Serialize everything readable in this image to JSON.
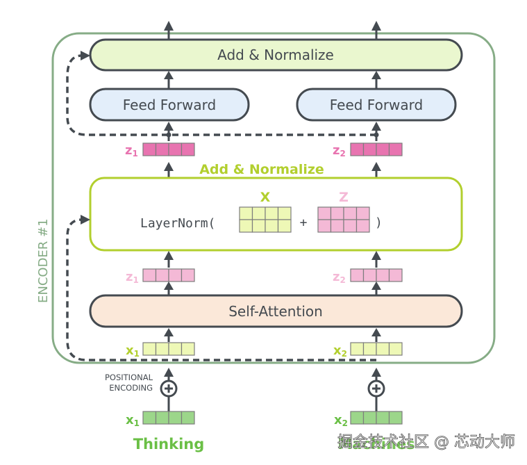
{
  "encoder": {
    "label": "ENCODER #1",
    "border_color": "#86ac86"
  },
  "blocks": {
    "add_normalize_top": "Add & Normalize",
    "feed_forward_1": "Feed Forward",
    "feed_forward_2": "Feed Forward",
    "add_normalize_mid": "Add & Normalize",
    "self_attention": "Self-Attention"
  },
  "layernorm": {
    "func_open": "LayerNorm(",
    "plus": "+",
    "close": ")",
    "x_label": "X",
    "z_label": "Z"
  },
  "vectors": {
    "z_top": [
      {
        "letter": "z",
        "sub": "1"
      },
      {
        "letter": "z",
        "sub": "2"
      }
    ],
    "z_mid": [
      {
        "letter": "z",
        "sub": "1"
      },
      {
        "letter": "z",
        "sub": "2"
      }
    ],
    "x_enc": [
      {
        "letter": "x",
        "sub": "1"
      },
      {
        "letter": "x",
        "sub": "2"
      }
    ],
    "x_in": [
      {
        "letter": "x",
        "sub": "1"
      },
      {
        "letter": "x",
        "sub": "2"
      }
    ]
  },
  "positional_encoding": {
    "line1": "POSITIONAL",
    "line2": "ENCODING"
  },
  "words": {
    "word1": "Thinking",
    "word2": "Machines"
  },
  "watermark": "掘金技术社区 @ 芯动大师",
  "colors": {
    "outline": "#444a50",
    "add_norm_fill": "#eaf7cf",
    "feed_forward_fill": "#e3eefa",
    "self_attention_fill": "#fbe8d9",
    "lime": "#b2cf2e",
    "z_dark": "#e874b0",
    "z_light": "#f4b9d6",
    "x_light": "#eef8b6",
    "x_green": "#9cd68a",
    "green_text": "#6abf45"
  }
}
